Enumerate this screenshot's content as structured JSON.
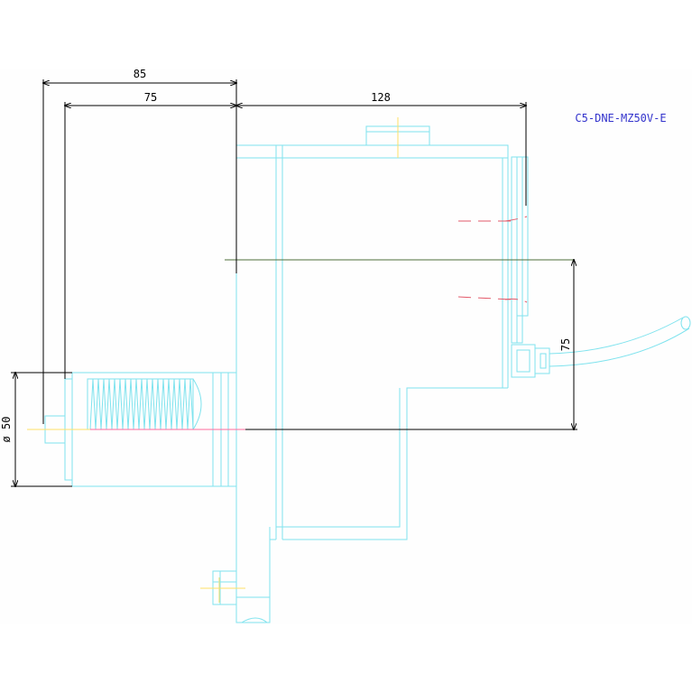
{
  "drawing": {
    "model_code": "C5-DNE-MZ50V-E",
    "dimensions": {
      "overall_length": "85",
      "sensor_length": "75",
      "body_width": "128",
      "height": "75",
      "diameter": "ø 50"
    }
  },
  "colors": {
    "outline": "#7fe3ee",
    "dimension": "#000000",
    "title": "#3333cc",
    "hidden": "#e35a6a"
  }
}
